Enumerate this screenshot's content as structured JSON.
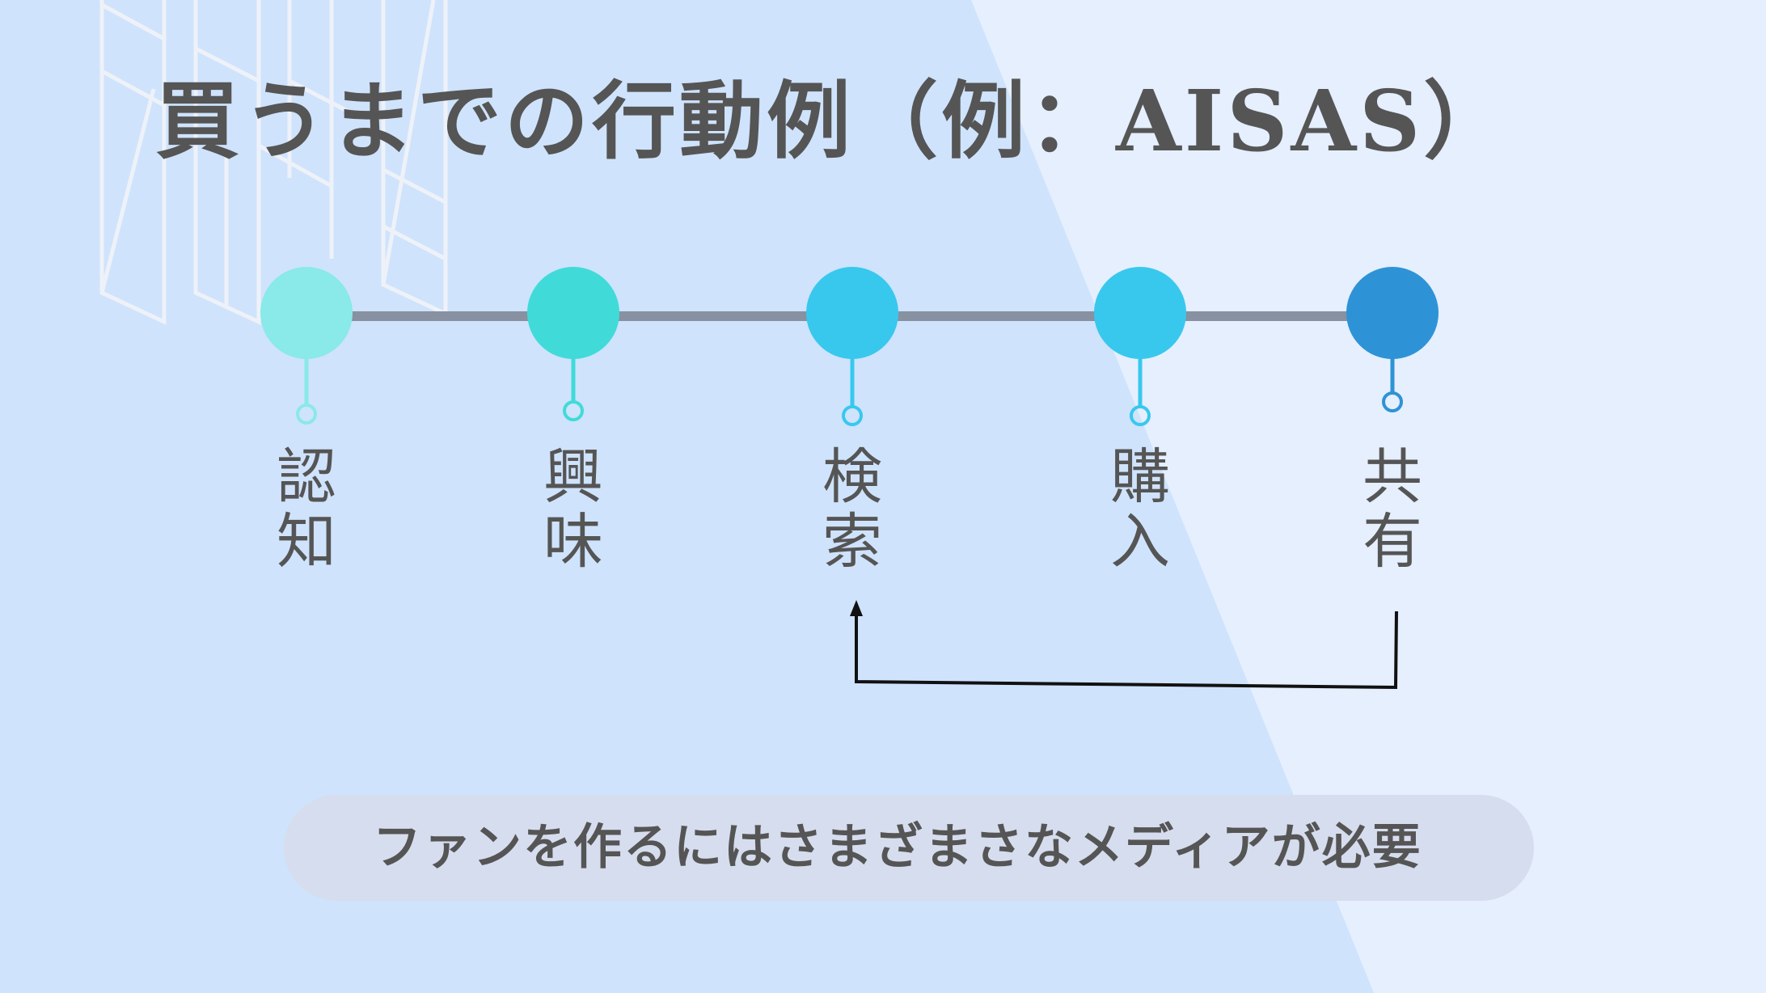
{
  "title": "買うまでの行動例（例：AISAS）",
  "colors": {
    "background": "#CFE3FC",
    "background_light": "#E5EFFE",
    "timeline": "#8791A1",
    "text": "#555555",
    "pill": "#D6DDEE"
  },
  "steps": [
    {
      "label_1": "認",
      "label_2": "知",
      "color": "#8AE9E9"
    },
    {
      "label_1": "興",
      "label_2": "味",
      "color": "#40DBD8"
    },
    {
      "label_1": "検",
      "label_2": "索",
      "color": "#38C8EE"
    },
    {
      "label_1": "購",
      "label_2": "入",
      "color": "#38C8EE"
    },
    {
      "label_1": "共",
      "label_2": "有",
      "color": "#2E93D6"
    }
  ],
  "loop_arrow": {
    "from": "共有",
    "to": "検索"
  },
  "message": "ファンを作るにはさまざまさなメディアが必要"
}
